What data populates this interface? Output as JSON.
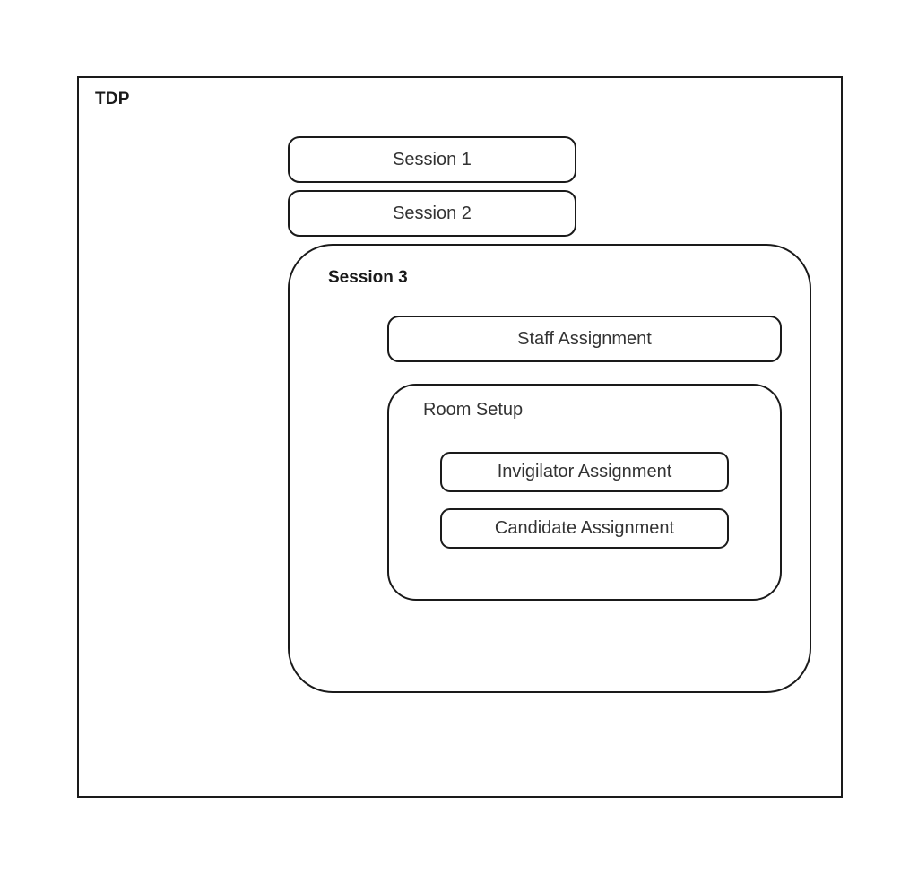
{
  "diagram": {
    "title": "TDP",
    "outer_container": {
      "label": "TDP",
      "label_weight": "bold"
    },
    "sessions": [
      {
        "label": "Session 1",
        "type": "pill"
      },
      {
        "label": "Session 2",
        "type": "pill"
      }
    ],
    "session_3": {
      "label": "Session 3",
      "label_weight": "bold",
      "children": {
        "staff_assignment": {
          "label": "Staff Assignment",
          "type": "pill"
        },
        "room_setup": {
          "label": "Room Setup",
          "label_weight": "normal",
          "children": [
            {
              "label": "Invigilator Assignment",
              "type": "pill"
            },
            {
              "label": "Candidate Assignment",
              "type": "pill"
            }
          ]
        }
      }
    },
    "colors": {
      "background": "#ffffff",
      "stroke": "#1a1a1a",
      "text": "#333333",
      "heading_text": "#1a1a1a"
    }
  }
}
